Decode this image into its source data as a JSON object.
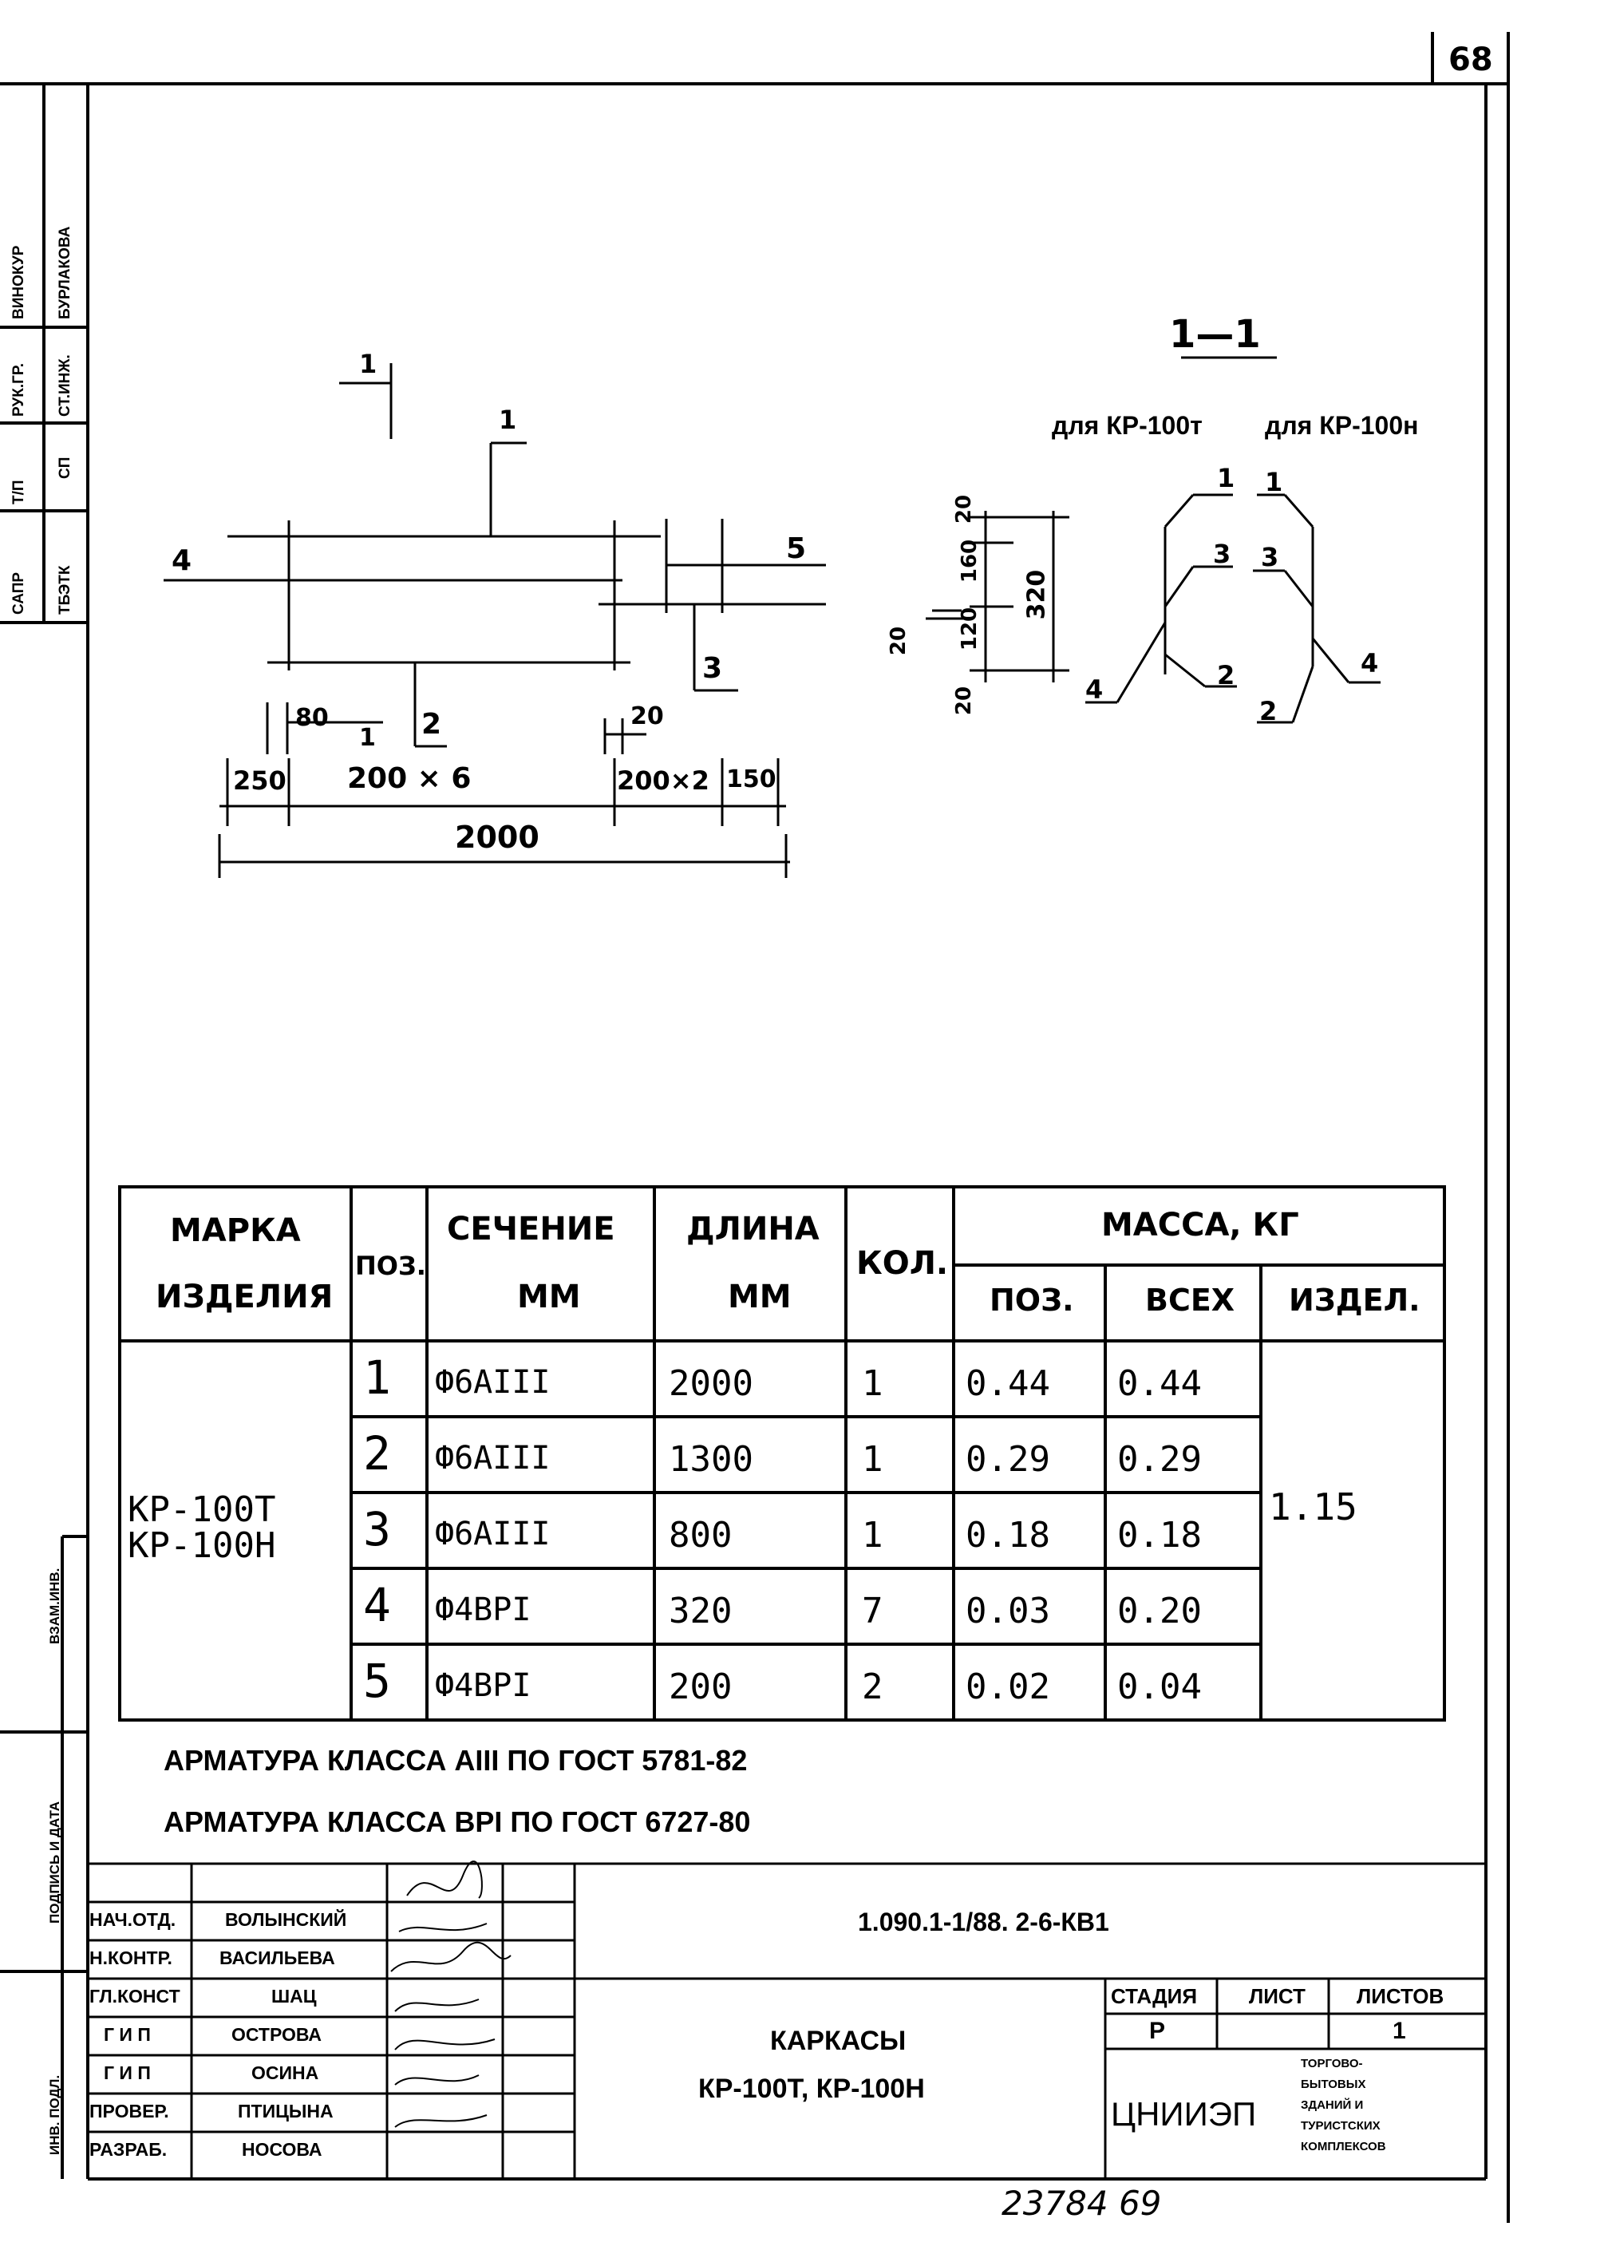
{
  "page_number": "68",
  "side_stamp_left": [
    "САПР",
    "Т/П",
    "РУК.ГР.",
    "ВИНОКУР"
  ],
  "side_stamp_right": [
    "ТБЭТК",
    "СП",
    "СТ.ИНЖ.",
    "БУРЛАКОВА"
  ],
  "side_labels": {
    "vzam": "ВЗАМ.ИНВ.",
    "podpis": "ПОДПИСЬ И ДАТА",
    "inv": "ИНВ. ПОДЛ."
  },
  "drawing": {
    "section_mark": "1",
    "pos_labels": [
      "1",
      "4",
      "5",
      "3",
      "2"
    ],
    "dim_80": "80",
    "dim_20": "20",
    "dim_250": "250",
    "dim_200x6": "200 × 6",
    "dim_200x2": "200×2",
    "dim_150": "150",
    "dim_2000": "2000"
  },
  "section": {
    "title": "1—1",
    "for_t": "для КР-100т",
    "for_h": "для КР-100н",
    "dims": [
      "20",
      "160",
      "120",
      "20",
      "320",
      "20"
    ],
    "labels_t": [
      "1",
      "3",
      "2",
      "4"
    ],
    "labels_h": [
      "1",
      "3",
      "2",
      "4"
    ]
  },
  "spec_table": {
    "headers": {
      "mark": [
        "МАРКА",
        "ИЗДЕЛИЯ"
      ],
      "pos": "ПОЗ.",
      "section": [
        "СЕЧЕНИЕ",
        "ММ"
      ],
      "length": [
        "ДЛИНА",
        "ММ"
      ],
      "qty": "КОЛ.",
      "mass": "МАССА, КГ",
      "mass_pos": "ПОЗ.",
      "mass_all": "ВСЕХ",
      "mass_item": "ИЗДЕЛ."
    },
    "mark_value": [
      "КР-100Т",
      "КР-100Н"
    ],
    "item_mass": "1.15",
    "rows": [
      {
        "pos": "1",
        "section": "Ф6АIII",
        "length": "2000",
        "qty": "1",
        "mass_pos": "0.44",
        "mass_all": "0.44"
      },
      {
        "pos": "2",
        "section": "Ф6АIII",
        "length": "1300",
        "qty": "1",
        "mass_pos": "0.29",
        "mass_all": "0.29"
      },
      {
        "pos": "3",
        "section": "Ф6АIII",
        "length": "800",
        "qty": "1",
        "mass_pos": "0.18",
        "mass_all": "0.18"
      },
      {
        "pos": "4",
        "section": "Ф4ВРI",
        "length": "320",
        "qty": "7",
        "mass_pos": "0.03",
        "mass_all": "0.20"
      },
      {
        "pos": "5",
        "section": "Ф4ВРI",
        "length": "200",
        "qty": "2",
        "mass_pos": "0.02",
        "mass_all": "0.04"
      }
    ]
  },
  "notes": [
    "АРМАТУРА КЛАССА АIII ПО ГОСТ 5781-82",
    "АРМАТУРА КЛАССА ВРI ПО ГОСТ 6727-80"
  ],
  "title_block": {
    "doc_code": "1.090.1-1/88. 2-6-КВ1",
    "roles": [
      {
        "role": "НАЧ.ОТД.",
        "name": "ВОЛЫНСКИЙ"
      },
      {
        "role": "Н.КОНТР.",
        "name": "ВАСИЛЬЕВА"
      },
      {
        "role": "ГЛ.КОНСТ",
        "name": "ШАЦ"
      },
      {
        "role": "Г И П",
        "name": "ОСТРОВА"
      },
      {
        "role": "Г И П",
        "name": "ОСИНА"
      },
      {
        "role": "ПРОВЕР.",
        "name": "ПТИЦЫНА"
      },
      {
        "role": "РАЗРАБ.",
        "name": "НОСОВА"
      }
    ],
    "title_lines": [
      "КАРКАСЫ",
      "КР-100Т, КР-100Н"
    ],
    "stage_label": "СТАДИЯ",
    "sheet_label": "ЛИСТ",
    "sheets_label": "ЛИСТОВ",
    "stage_value": "Р",
    "sheet_value": "",
    "sheets_value": "1",
    "org": "ЦНИИЭП",
    "org_dept": [
      "ТОРГОВО-",
      "БЫТОВЫХ",
      "ЗДАНИЙ И",
      "ТУРИСТСКИХ",
      "КОМПЛЕКСОВ"
    ]
  },
  "bottom_handwritten": "23784 69"
}
